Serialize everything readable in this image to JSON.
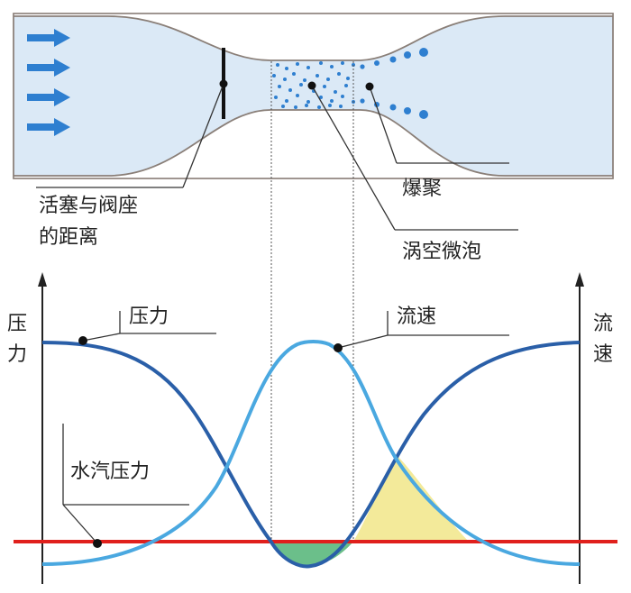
{
  "labels": {
    "piston_gap_line1": "活塞与阀座",
    "piston_gap_line2": "的距离",
    "burst": "爆聚",
    "micro_bubble": "涡空微泡",
    "pressure": "压力",
    "flow_speed": "流速",
    "vapor_pressure": "水汽压力",
    "axis_left_1": "压",
    "axis_left_2": "力",
    "axis_right_1": "流",
    "axis_right_2": "速"
  },
  "colors": {
    "pipe_fill": "#dbe9f6",
    "pipe_outline": "#8a7f78",
    "arrow": "#2e7fd0",
    "bubble": "#2e7fd0",
    "pressure_curve": "#2a5fa8",
    "flow_curve": "#4aa8e0",
    "vapor_line": "#e0201c",
    "green_fill": "#6bbf8a",
    "yellow_fill": "#f3ea9a"
  }
}
